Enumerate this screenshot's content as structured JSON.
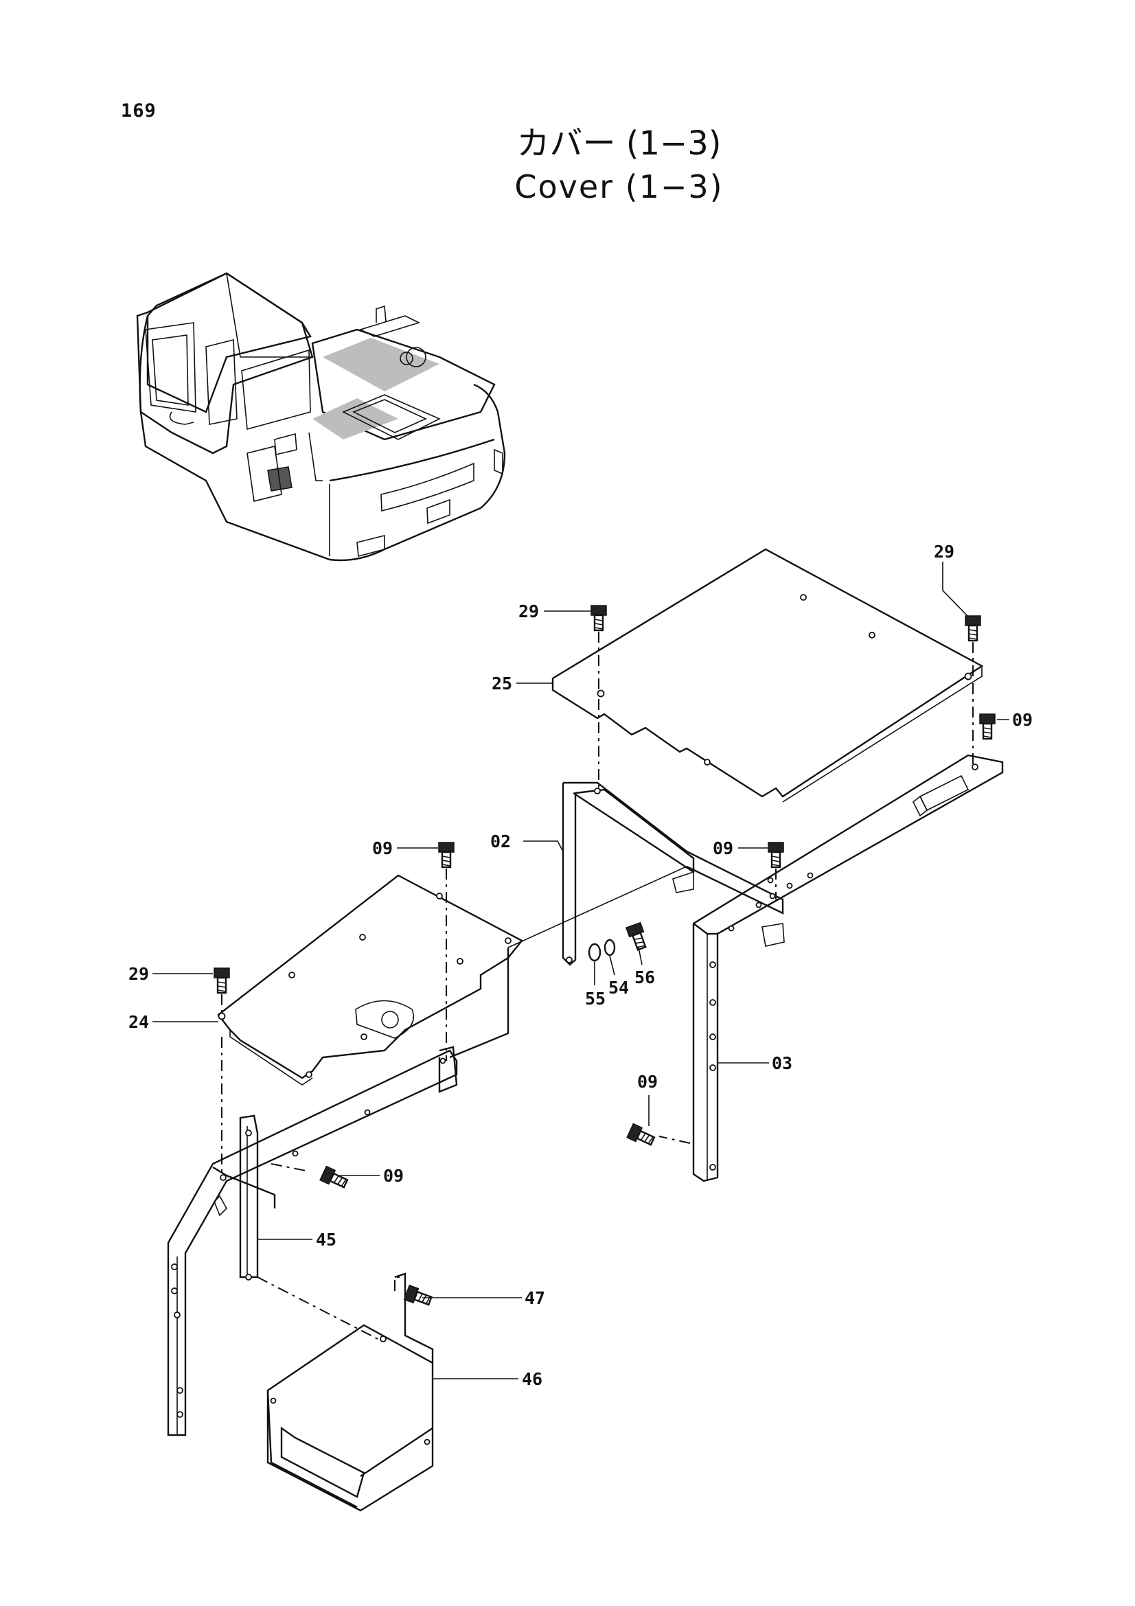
{
  "page": {
    "number": "169"
  },
  "title": {
    "japanese": "カバー (1−3)",
    "english": "Cover (1−3)"
  },
  "callouts": [
    {
      "id": "c-29-top-right",
      "label": "29"
    },
    {
      "id": "c-29-top",
      "label": "29"
    },
    {
      "id": "c-25",
      "label": "25"
    },
    {
      "id": "c-09-right",
      "label": "09"
    },
    {
      "id": "c-09-center",
      "label": "09"
    },
    {
      "id": "c-02",
      "label": "02"
    },
    {
      "id": "c-09-left",
      "label": "09"
    },
    {
      "id": "c-29-left",
      "label": "29"
    },
    {
      "id": "c-24",
      "label": "24"
    },
    {
      "id": "c-55",
      "label": "55"
    },
    {
      "id": "c-54",
      "label": "54"
    },
    {
      "id": "c-56",
      "label": "56"
    },
    {
      "id": "c-03",
      "label": "03"
    },
    {
      "id": "c-09-lower-right",
      "label": "09"
    },
    {
      "id": "c-09-lower-left",
      "label": "09"
    },
    {
      "id": "c-45",
      "label": "45"
    },
    {
      "id": "c-47",
      "label": "47"
    },
    {
      "id": "c-46",
      "label": "46"
    }
  ]
}
